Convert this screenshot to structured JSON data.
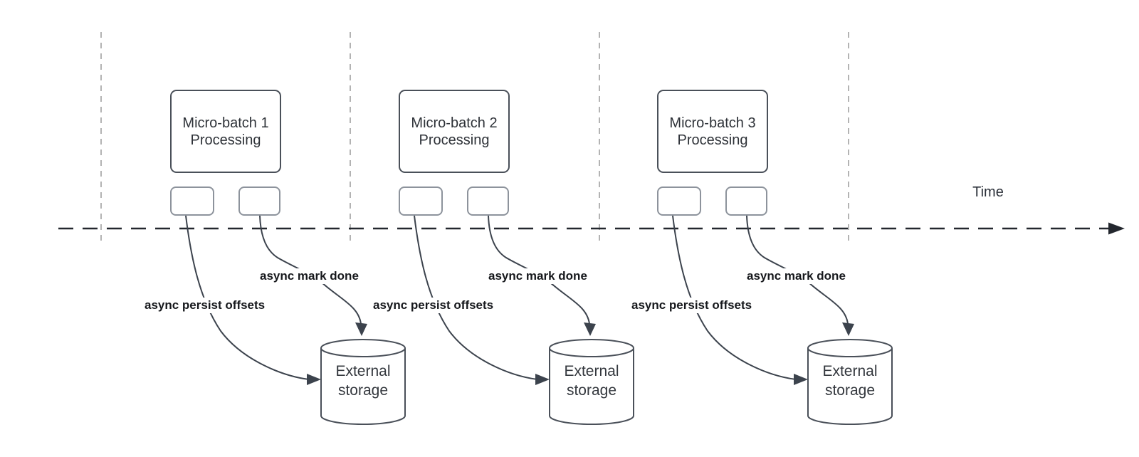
{
  "time_axis": {
    "label": "Time"
  },
  "batches": [
    {
      "process_label": "Micro-batch 1 Processing",
      "persist_label": "async persist offsets",
      "done_label": "async mark done",
      "storage_label": "External storage"
    },
    {
      "process_label": "Micro-batch 2 Processing",
      "persist_label": "async persist offsets",
      "done_label": "async mark done",
      "storage_label": "External storage"
    },
    {
      "process_label": "Micro-batch 3 Processing",
      "persist_label": "async persist offsets",
      "done_label": "async mark done",
      "storage_label": "External storage"
    }
  ],
  "colors": {
    "line_dark": "#2a2e35",
    "curve": "#3c434d",
    "divider_gray": "#b3b3b3",
    "box_border": "#4a5059",
    "small_box_border": "#8d939c"
  }
}
